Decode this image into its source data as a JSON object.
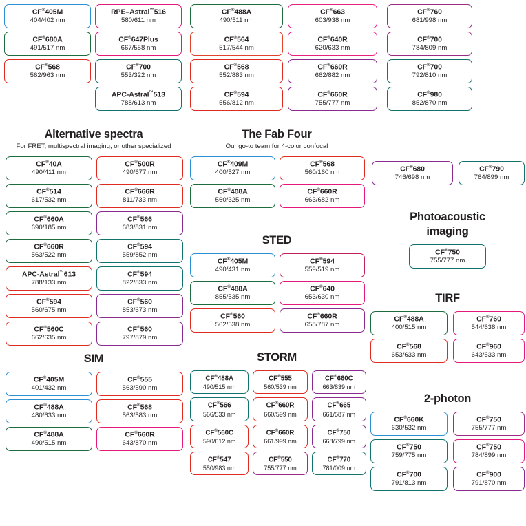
{
  "meta": {
    "registered_mark": "®",
    "tm_mark": "™",
    "unit": "nm"
  },
  "palette": {
    "blue": "#2b8fd4",
    "green": "#1d6b3f",
    "teal": "#11726e",
    "red": "#e02b20",
    "orange": "#e2442a",
    "magenta": "#e8207f",
    "pink": "#e5197b",
    "purple": "#8a2a8f",
    "violet": "#7d2a8c",
    "grape": "#9c2b86",
    "crimson": "#c0215c",
    "text": "#231f20",
    "background": "#ffffff"
  },
  "top_band": {
    "columns": [
      {
        "name": "top-column-1",
        "chips": [
          {
            "name": "CF®405M",
            "spec": "404/402 nm",
            "color": "blue"
          },
          {
            "name": "CF®680A",
            "spec": "491/517 nm",
            "color": "green"
          },
          {
            "name": "CF®568",
            "spec": "562/963 nm",
            "color": "red"
          }
        ]
      },
      {
        "name": "top-column-2",
        "chips": [
          {
            "name": "RPE–Astral™516",
            "spec": "580/611 nm",
            "color": "pink"
          },
          {
            "name": "CF®647Plus",
            "spec": "667/558 nm",
            "color": "pink"
          },
          {
            "name": "CF®700",
            "spec": "553/322 nm",
            "color": "teal"
          },
          {
            "name": "APC-Astral™513",
            "spec": "788/613 nm",
            "color": "teal"
          }
        ]
      },
      {
        "name": "top-column-3",
        "chips": [
          {
            "name": "CF®488A",
            "spec": "490/511 nm",
            "color": "green"
          },
          {
            "name": "CF®564",
            "spec": "517/544 nm",
            "color": "orange"
          },
          {
            "name": "CF®568",
            "spec": "552/883 nm",
            "color": "red"
          },
          {
            "name": "CF®594",
            "spec": "556/812 nm",
            "color": "red"
          }
        ]
      },
      {
        "name": "top-column-4",
        "chips": [
          {
            "name": "CF®663",
            "spec": "603/938 nm",
            "color": "magenta"
          },
          {
            "name": "CF®640R",
            "spec": "620/633 nm",
            "color": "magenta"
          },
          {
            "name": "CF®660R",
            "spec": "662/882 nm",
            "color": "purple"
          },
          {
            "name": "CF®660R",
            "spec": "755/777 nm",
            "color": "purple"
          }
        ]
      },
      {
        "name": "top-column-5",
        "chips": [
          {
            "name": "CF®760",
            "spec": "681/998 nm",
            "color": "grape"
          },
          {
            "name": "CF®700",
            "spec": "784/809 nm",
            "color": "grape"
          },
          {
            "name": "CF®700",
            "spec": "792/810 nm",
            "color": "teal"
          },
          {
            "name": "CF®980",
            "spec": "852/870 nm",
            "color": "teal"
          }
        ]
      }
    ]
  },
  "alternative_spectra": {
    "title": "Alternative spectra",
    "subtitle": "For FRET, multispectral imaging, or other specialized",
    "columns": [
      {
        "name": "alt-column-1",
        "chips": [
          {
            "name": "CF®40A",
            "spec": "490/411 nm",
            "color": "green"
          },
          {
            "name": "CF®514",
            "spec": "617/532 nm",
            "color": "green"
          },
          {
            "name": "CF®660A",
            "spec": "690/185 nm",
            "color": "green"
          },
          {
            "name": "CF®660R",
            "spec": "563/522 nm",
            "color": "green"
          },
          {
            "name": "APC-Astral™613",
            "spec": "788/133 nm",
            "color": "red"
          },
          {
            "name": "CF®594",
            "spec": "560/675 nm",
            "color": "red"
          },
          {
            "name": "CF®560C",
            "spec": "662/635 nm",
            "color": "red"
          }
        ]
      },
      {
        "name": "alt-column-2",
        "chips": [
          {
            "name": "CF®500R",
            "spec": "490/677 nm",
            "color": "red"
          },
          {
            "name": "CF®666R",
            "spec": "811/733 nm",
            "color": "red"
          },
          {
            "name": "CF®566",
            "spec": "683/831 nm",
            "color": "purple"
          },
          {
            "name": "CF®594",
            "spec": "559/852 nm",
            "color": "teal"
          },
          {
            "name": "CF®594",
            "spec": "822/833 nm",
            "color": "teal"
          },
          {
            "name": "CF®560",
            "spec": "853/673 nm",
            "color": "purple"
          },
          {
            "name": "CF®560",
            "spec": "797/879 nm",
            "color": "purple"
          }
        ]
      }
    ]
  },
  "fab_four": {
    "title": "The Fab Four",
    "subtitle": "Our go-to team for 4-color confocal",
    "columns": [
      {
        "name": "fab-column-1",
        "chips": [
          {
            "name": "CF®409M",
            "spec": "400/527 nm",
            "color": "blue"
          },
          {
            "name": "CF®408A",
            "spec": "560/325 nm",
            "color": "green"
          }
        ]
      },
      {
        "name": "fab-column-2",
        "chips": [
          {
            "name": "CF®568",
            "spec": "560/160 nm",
            "color": "red"
          },
          {
            "name": "CF®660R",
            "spec": "663/682 nm",
            "color": "pink"
          }
        ]
      }
    ]
  },
  "right_pair": {
    "columns": [
      {
        "name": "right-pair-column-1",
        "chips": [
          {
            "name": "CF®680",
            "spec": "746/698 nm",
            "color": "purple"
          }
        ]
      },
      {
        "name": "right-pair-column-2",
        "chips": [
          {
            "name": "CF®790",
            "spec": "764/899 nm",
            "color": "teal"
          }
        ]
      }
    ]
  },
  "photoacoustic": {
    "title_line1": "Photoacoustic",
    "title_line2": "imaging",
    "columns": [
      {
        "name": "photoacoustic-column-1",
        "chips": [
          {
            "name": "CF®750",
            "spec": "755/777 nm",
            "color": "teal"
          }
        ]
      }
    ]
  },
  "sted": {
    "title": "STED",
    "columns": [
      {
        "name": "sted-column-1",
        "chips": [
          {
            "name": "CF®405M",
            "spec": "490/431 nm",
            "color": "blue"
          },
          {
            "name": "CF®488A",
            "spec": "855/535 nm",
            "color": "green"
          },
          {
            "name": "CF®560",
            "spec": "562/538 nm",
            "color": "red"
          }
        ]
      },
      {
        "name": "sted-column-2",
        "chips": [
          {
            "name": "CF®594",
            "spec": "559/519 nm",
            "color": "crimson"
          },
          {
            "name": "CF®640",
            "spec": "653/630 nm",
            "color": "pink"
          },
          {
            "name": "CF®660R",
            "spec": "658/787 nm",
            "color": "purple"
          }
        ]
      }
    ]
  },
  "tirf": {
    "title": "TIRF",
    "columns": [
      {
        "name": "tirf-column-1",
        "chips": [
          {
            "name": "CF®488A",
            "spec": "400/515 nm",
            "color": "green"
          },
          {
            "name": "CF®568",
            "spec": "653/633 nm",
            "color": "red"
          }
        ]
      },
      {
        "name": "tirf-column-2",
        "chips": [
          {
            "name": "CF®760",
            "spec": "544/638 nm",
            "color": "pink"
          },
          {
            "name": "CF®960",
            "spec": "643/633 nm",
            "color": "pink"
          }
        ]
      }
    ]
  },
  "sim": {
    "title": "SIM",
    "columns": [
      {
        "name": "sim-column-1",
        "chips": [
          {
            "name": "CF®405M",
            "spec": "401/432 nm",
            "color": "blue"
          },
          {
            "name": "CF®488A",
            "spec": "480/633 nm",
            "color": "blue"
          },
          {
            "name": "CF®488A",
            "spec": "490/515 nm",
            "color": "green"
          }
        ]
      },
      {
        "name": "sim-column-2",
        "chips": [
          {
            "name": "CF®555",
            "spec": "563/590 nm",
            "color": "red"
          },
          {
            "name": "CF®568",
            "spec": "563/583 nm",
            "color": "red"
          },
          {
            "name": "CF®660R",
            "spec": "643/870 nm",
            "color": "pink"
          }
        ]
      }
    ]
  },
  "storm": {
    "title": "STORM",
    "columns": [
      {
        "name": "storm-column-1",
        "chips": [
          {
            "name": "CF®488A",
            "spec": "490/515 nm",
            "color": "teal"
          },
          {
            "name": "CF®566",
            "spec": "566/533 nm",
            "color": "teal"
          },
          {
            "name": "CF®560C",
            "spec": "590/612 nm",
            "color": "red"
          },
          {
            "name": "CF®547",
            "spec": "550/983 nm",
            "color": "red"
          }
        ]
      },
      {
        "name": "storm-column-2",
        "chips": [
          {
            "name": "CF®555",
            "spec": "560/539 nm",
            "color": "red"
          },
          {
            "name": "CF®660R",
            "spec": "660/599 nm",
            "color": "red"
          },
          {
            "name": "CF®660R",
            "spec": "661/999 nm",
            "color": "red"
          },
          {
            "name": "CF®550",
            "spec": "755/777 nm",
            "color": "grape"
          }
        ]
      },
      {
        "name": "storm-column-3",
        "chips": [
          {
            "name": "CF®660C",
            "spec": "663/839 nm",
            "color": "purple"
          },
          {
            "name": "CF®665",
            "spec": "661/587 nm",
            "color": "purple"
          },
          {
            "name": "CF®750",
            "spec": "668/799 nm",
            "color": "purple"
          },
          {
            "name": "CF®770",
            "spec": "781/009 nm",
            "color": "teal"
          }
        ]
      }
    ]
  },
  "two_photon": {
    "title": "2-photon",
    "columns": [
      {
        "name": "two-photon-column-1",
        "chips": [
          {
            "name": "CF®660K",
            "spec": "630/532 nm",
            "color": "blue"
          },
          {
            "name": "CF®750",
            "spec": "759/775 nm",
            "color": "teal"
          },
          {
            "name": "CF®700",
            "spec": "791/813 nm",
            "color": "teal"
          }
        ]
      },
      {
        "name": "two-photon-column-2",
        "chips": [
          {
            "name": "CF®750",
            "spec": "755/777 nm",
            "color": "grape"
          },
          {
            "name": "CF®750",
            "spec": "784/899 nm",
            "color": "pink"
          },
          {
            "name": "CF®900",
            "spec": "791/870 nm",
            "color": "purple"
          }
        ]
      }
    ]
  }
}
